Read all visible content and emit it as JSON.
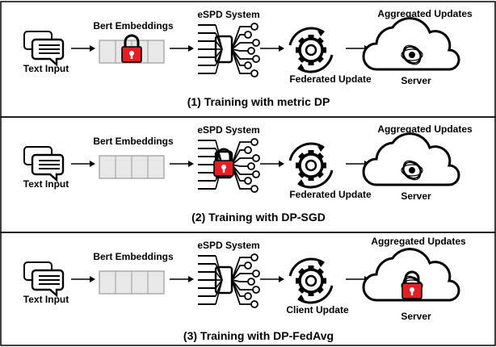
{
  "panels": [
    {
      "text_input_label": "Text Input",
      "embeddings_label": "Bert Embeddings",
      "system_label": "eSPD System",
      "update_label": "Federated Update",
      "aggregated_label": "Aggregated Updates",
      "server_label": "Server",
      "caption": "(1) Training with metric DP",
      "lock_on": "embeddings"
    },
    {
      "text_input_label": "Text Input",
      "embeddings_label": "Bert Embeddings",
      "system_label": "eSPD System",
      "update_label": "Federated Update",
      "aggregated_label": "Aggregated Updates",
      "server_label": "Server",
      "caption": "(2) Training with DP-SGD",
      "lock_on": "system"
    },
    {
      "text_input_label": "Text Input",
      "embeddings_label": "Bert Embeddings",
      "system_label": "eSPD System",
      "update_label": "Client Update",
      "aggregated_label": "Aggregated Updates",
      "server_label": "Server",
      "caption": "(3) Training with DP-FedAvg",
      "lock_on": "server"
    }
  ],
  "colors": {
    "lock": "#e31e24",
    "border": "#000000",
    "embedding_fill": "#e8e8e8",
    "embedding_stroke": "#9a9a9a"
  },
  "icons": [
    "chat-icon",
    "embedding-icon",
    "padlock-icon",
    "circuit-icon",
    "gear-sync-icon",
    "cloud-icon",
    "arrow-icon"
  ]
}
